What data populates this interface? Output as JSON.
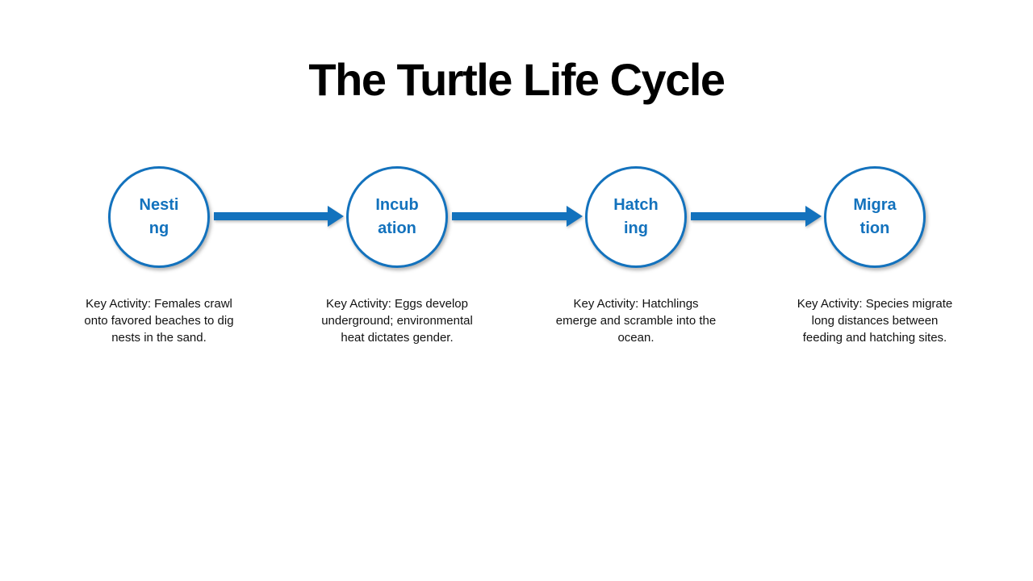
{
  "slide": {
    "title": "The Turtle Life Cycle",
    "accent_color": "#1372BD",
    "background_color": "#FFFFFF"
  },
  "stages": [
    {
      "name": "Nesting",
      "label_lines": [
        "Nesti",
        "ng"
      ],
      "description": "Key Activity: Females crawl onto favored beaches to dig nests in the sand.",
      "description_lines": [
        "Key Activity: Females crawl",
        "onto favored beaches to dig",
        "nests in the sand."
      ]
    },
    {
      "name": "Incubation",
      "label_lines": [
        "Incub",
        "ation"
      ],
      "description": "Key Activity: Eggs develop underground; environmental heat dictates gender.",
      "description_lines": [
        "Key Activity: Eggs develop",
        "underground; environmental",
        "heat dictates gender."
      ]
    },
    {
      "name": "Hatching",
      "label_lines": [
        "Hatch",
        "ing"
      ],
      "description": "Key Activity: Hatchlings emerge and scramble into the ocean.",
      "description_lines": [
        "Key Activity: Hatchlings",
        "emerge and scramble into the",
        "ocean."
      ]
    },
    {
      "name": "Migration",
      "label_lines": [
        "Migra",
        "tion"
      ],
      "description": "Key Activity: Species migrate long distances between feeding and hatching sites.",
      "description_lines": [
        "Key Activity: Species migrate",
        "long distances between",
        "feeding and hatching sites."
      ]
    }
  ]
}
